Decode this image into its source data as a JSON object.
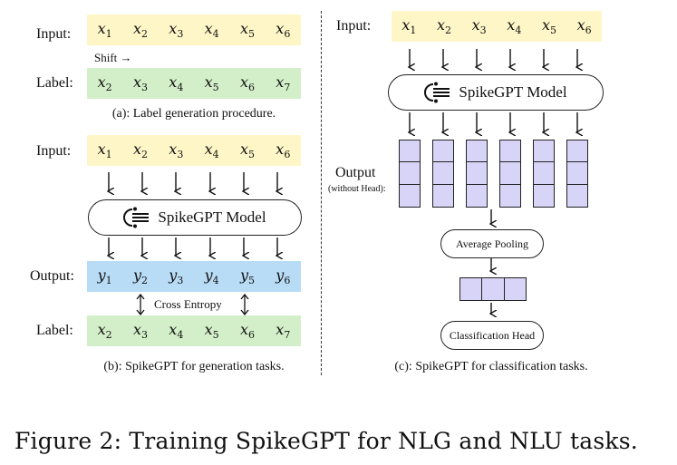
{
  "panel_a": {
    "input_label": "Input:",
    "label_label": "Label:",
    "shift_label": "Shift →",
    "input_tokens": [
      {
        "b": "x",
        "s": "1"
      },
      {
        "b": "x",
        "s": "2"
      },
      {
        "b": "x",
        "s": "3"
      },
      {
        "b": "x",
        "s": "4"
      },
      {
        "b": "x",
        "s": "5"
      },
      {
        "b": "x",
        "s": "6"
      }
    ],
    "label_tokens": [
      {
        "b": "x",
        "s": "2"
      },
      {
        "b": "x",
        "s": "3"
      },
      {
        "b": "x",
        "s": "4"
      },
      {
        "b": "x",
        "s": "5"
      },
      {
        "b": "x",
        "s": "6"
      },
      {
        "b": "x",
        "s": "7"
      }
    ],
    "caption": "(a): Label generation procedure."
  },
  "panel_b": {
    "input_label": "Input:",
    "output_label": "Output:",
    "label_label": "Label:",
    "model_label": "SpikeGPT Model",
    "loss_label": "Cross Entropy",
    "input_tokens": [
      {
        "b": "x",
        "s": "1"
      },
      {
        "b": "x",
        "s": "2"
      },
      {
        "b": "x",
        "s": "3"
      },
      {
        "b": "x",
        "s": "4"
      },
      {
        "b": "x",
        "s": "5"
      },
      {
        "b": "x",
        "s": "6"
      }
    ],
    "output_tokens": [
      {
        "b": "y",
        "s": "1"
      },
      {
        "b": "y",
        "s": "2"
      },
      {
        "b": "y",
        "s": "3"
      },
      {
        "b": "y",
        "s": "4"
      },
      {
        "b": "y",
        "s": "5"
      },
      {
        "b": "y",
        "s": "6"
      }
    ],
    "label_tokens": [
      {
        "b": "x",
        "s": "2"
      },
      {
        "b": "x",
        "s": "3"
      },
      {
        "b": "x",
        "s": "4"
      },
      {
        "b": "x",
        "s": "5"
      },
      {
        "b": "x",
        "s": "6"
      },
      {
        "b": "x",
        "s": "7"
      }
    ],
    "caption": "(b): SpikeGPT for generation tasks."
  },
  "panel_c": {
    "input_label": "Input:",
    "output_label": "Output",
    "output_sublabel": "(without Head):",
    "model_label": "SpikeGPT Model",
    "pooling_label": "Average Pooling",
    "head_label": "Classification Head",
    "input_tokens": [
      {
        "b": "x",
        "s": "1"
      },
      {
        "b": "x",
        "s": "2"
      },
      {
        "b": "x",
        "s": "3"
      },
      {
        "b": "x",
        "s": "4"
      },
      {
        "b": "x",
        "s": "5"
      },
      {
        "b": "x",
        "s": "6"
      }
    ],
    "caption": "(c): SpikeGPT for classification tasks."
  },
  "figure_caption": "Figure 2: Training SpikeGPT for NLG and NLU tasks.",
  "colors": {
    "input": "#fff6c8",
    "label": "#d3efc9",
    "output": "#b9dcf6",
    "cells": "#d8d4f7"
  },
  "icons": [
    "model-icon"
  ]
}
